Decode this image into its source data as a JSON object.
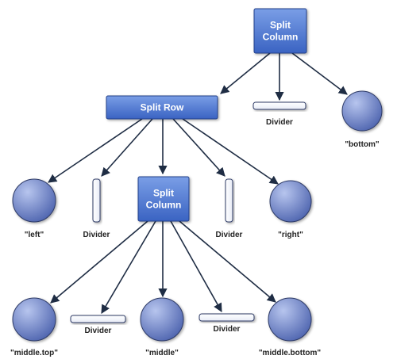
{
  "diagram": {
    "colors": {
      "box_top": "#7a9ee6",
      "box_bottom": "#3a63c2",
      "box_border": "#23408a",
      "circle_light": "#b7c5ee",
      "circle_dark": "#5066b0",
      "divider_fill": "#e8ecf7",
      "divider_border": "#2d3a66",
      "edge": "#1f2d44"
    },
    "nodes": [
      {
        "id": "split-column-top",
        "kind": "box",
        "lines": [
          "Split",
          "Column"
        ]
      },
      {
        "id": "split-row",
        "kind": "box",
        "lines": [
          "Split Row"
        ]
      },
      {
        "id": "divider-top",
        "kind": "divider-h",
        "label": "Divider"
      },
      {
        "id": "bottom",
        "kind": "circle",
        "label": "\"bottom\""
      },
      {
        "id": "left",
        "kind": "circle",
        "label": "\"left\""
      },
      {
        "id": "divider-left",
        "kind": "divider-v",
        "label": "Divider"
      },
      {
        "id": "split-column-mid",
        "kind": "box",
        "lines": [
          "Split",
          "Column"
        ]
      },
      {
        "id": "divider-right",
        "kind": "divider-v",
        "label": "Divider"
      },
      {
        "id": "right",
        "kind": "circle",
        "label": "\"right\""
      },
      {
        "id": "middle-top",
        "kind": "circle",
        "label": "\"middle.top\""
      },
      {
        "id": "divider-mid-1",
        "kind": "divider-h",
        "label": "Divider"
      },
      {
        "id": "middle",
        "kind": "circle",
        "label": "\"middle\""
      },
      {
        "id": "divider-mid-2",
        "kind": "divider-h",
        "label": "Divider"
      },
      {
        "id": "middle-bottom",
        "kind": "circle",
        "label": "\"middle.bottom\""
      }
    ],
    "edges": [
      [
        "split-column-top",
        "split-row"
      ],
      [
        "split-column-top",
        "divider-top"
      ],
      [
        "split-column-top",
        "bottom"
      ],
      [
        "split-row",
        "left"
      ],
      [
        "split-row",
        "divider-left"
      ],
      [
        "split-row",
        "split-column-mid"
      ],
      [
        "split-row",
        "divider-right"
      ],
      [
        "split-row",
        "right"
      ],
      [
        "split-column-mid",
        "middle-top"
      ],
      [
        "split-column-mid",
        "divider-mid-1"
      ],
      [
        "split-column-mid",
        "middle"
      ],
      [
        "split-column-mid",
        "divider-mid-2"
      ],
      [
        "split-column-mid",
        "middle-bottom"
      ]
    ]
  }
}
